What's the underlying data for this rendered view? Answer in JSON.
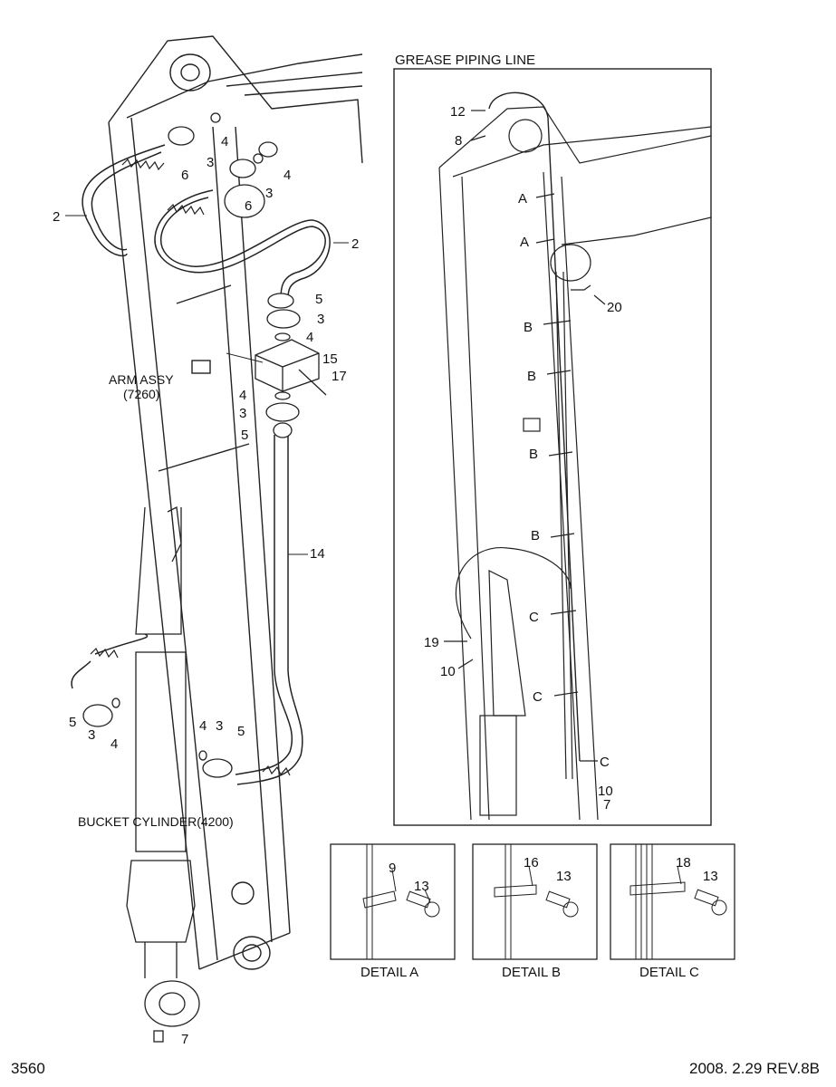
{
  "panel_title": "GREASE PIPING LINE",
  "labels": {
    "arm_assy": "ARM ASSY",
    "arm_assy_code": "(7260)",
    "bucket_cylinder": "BUCKET CYLINDER(4200)"
  },
  "details": [
    {
      "title": "DETAIL A",
      "clamp_no": "9",
      "bolt_no": "13"
    },
    {
      "title": "DETAIL B",
      "clamp_no": "16",
      "bolt_no": "13"
    },
    {
      "title": "DETAIL C",
      "clamp_no": "18",
      "bolt_no": "13"
    }
  ],
  "callouts_main": [
    "2",
    "2",
    "3",
    "3",
    "4",
    "4",
    "6",
    "6",
    "5",
    "3",
    "4",
    "15",
    "17",
    "4",
    "3",
    "5",
    "14",
    "5",
    "3",
    "4",
    "4",
    "3",
    "5",
    "7"
  ],
  "callouts_grease": [
    "12",
    "8",
    "A",
    "A",
    "20",
    "B",
    "B",
    "B",
    "B",
    "C",
    "C",
    "C",
    "19",
    "10",
    "10",
    "7"
  ],
  "footer": {
    "page_number": "3560",
    "revision": "2008. 2.29  REV.8B"
  }
}
